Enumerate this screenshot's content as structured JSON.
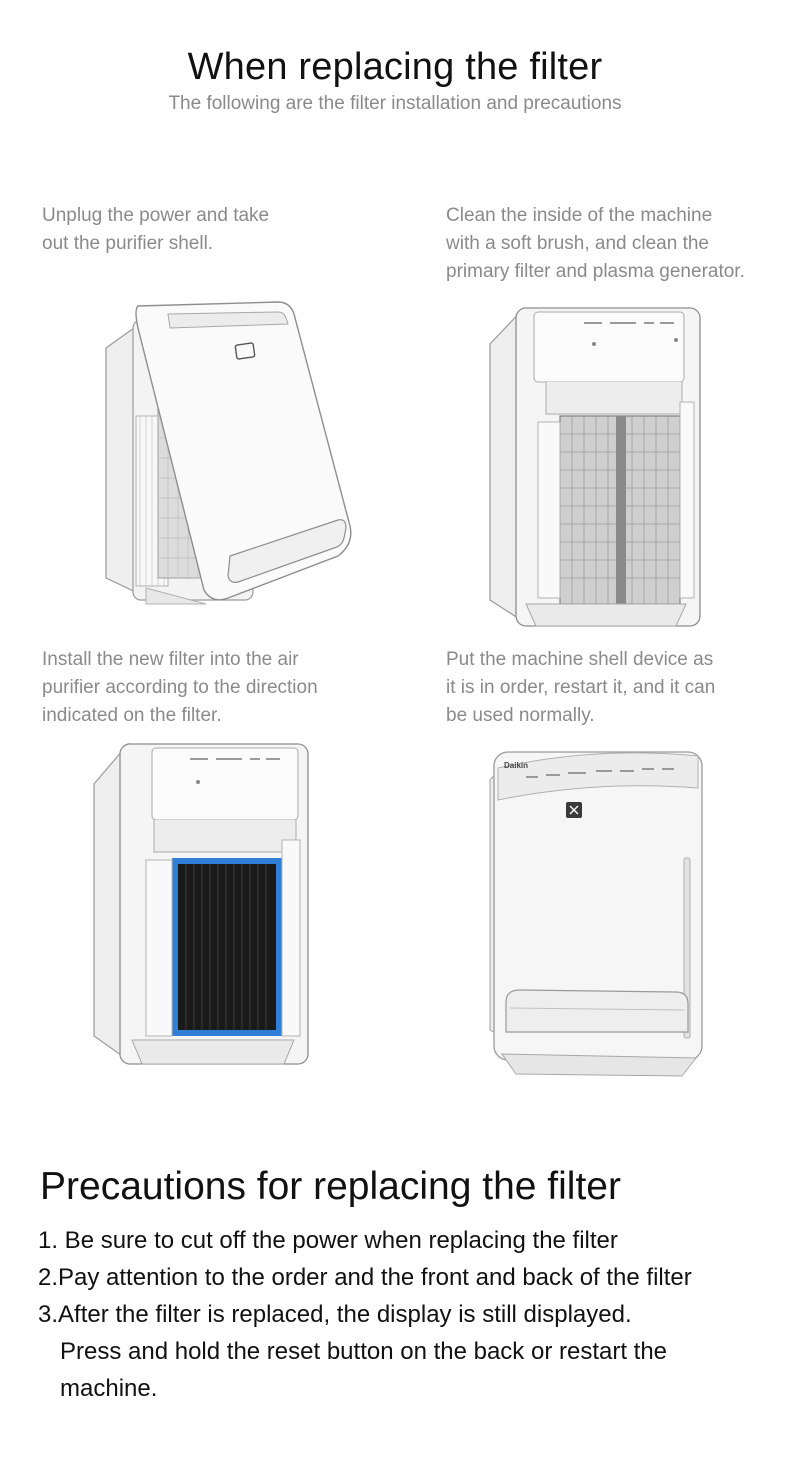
{
  "header": {
    "title": "When replacing the filter",
    "subtitle": "The following are the filter installation and precautions"
  },
  "steps": [
    {
      "lines": [
        "Unplug the power and take",
        "out the purifier shell."
      ],
      "image": "purifier-shell-opened-illustration"
    },
    {
      "lines": [
        "Clean the inside of the machine",
        "with a soft brush, and clean the",
        "primary filter and plasma generator."
      ],
      "image": "purifier-primary-filter-illustration"
    },
    {
      "lines": [
        "Install the new filter into the air",
        "purifier according to the direction",
        "indicated on the filter."
      ],
      "image": "purifier-new-filter-illustration"
    },
    {
      "lines": [
        "Put the machine shell device as",
        "it is in order, restart it, and it can",
        "be used normally."
      ],
      "image": "purifier-assembled-illustration"
    }
  ],
  "precautions": {
    "title": "Precautions for replacing the filter",
    "items": [
      "1. Be sure to cut off the power when replacing the filter",
      "2.Pay attention to the order and the front and back of the filter",
      "3.After the filter is replaced, the display is still displayed."
    ],
    "continuation": [
      "Press and hold the reset button on the back or restart the",
      "machine."
    ]
  },
  "colors": {
    "filter_frame_blue": "#2f7fd6",
    "filter_black": "#1a1a1a",
    "body_white": "#f6f6f6",
    "outline_gray": "#9a9a9a"
  }
}
